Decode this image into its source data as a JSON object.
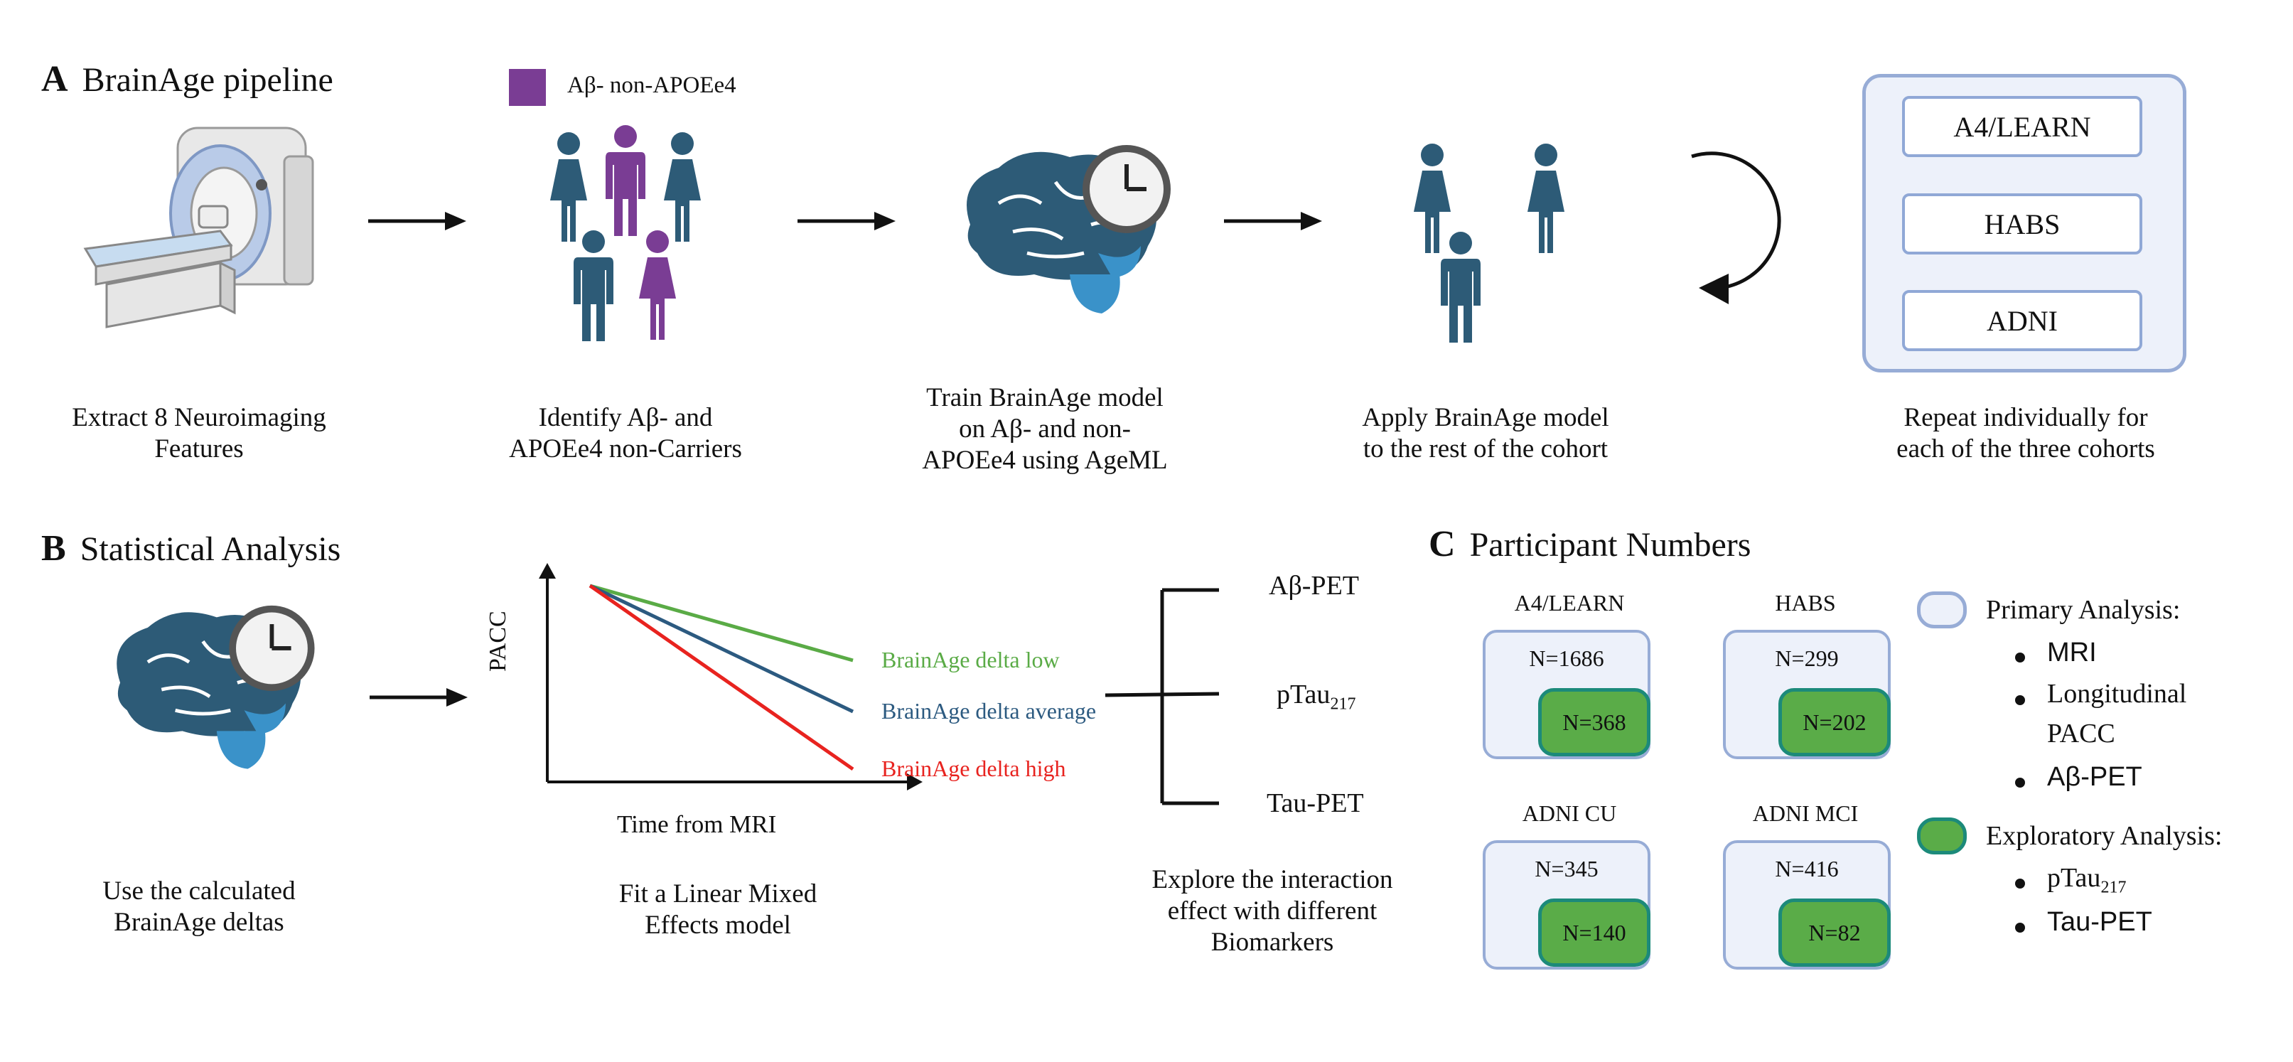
{
  "panel_a": {
    "letter": "A",
    "title": "BrainAge pipeline",
    "legend_label": "Aβ- non-APOEe4",
    "legend_color": "#7a3d94",
    "steps": [
      {
        "line1": "Extract 8 Neuroimaging",
        "line2": "Features"
      },
      {
        "line1": "Identify Aβ- and",
        "line2": "APOEe4 non-Carriers"
      },
      {
        "line1": "Train BrainAge model",
        "line2": "on Aβ- and non-",
        "line3": "APOEe4 using AgeML"
      },
      {
        "line1": "Apply BrainAge model",
        "line2": "to the rest of the cohort"
      },
      {
        "line1": "Repeat individually for",
        "line2": "each of the three cohorts"
      }
    ],
    "cohorts": [
      "A4/LEARN",
      "HABS",
      "ADNI"
    ]
  },
  "panel_b": {
    "letter": "B",
    "title": "Statistical Analysis",
    "step1": {
      "line1": "Use the calculated",
      "line2": "BrainAge deltas"
    },
    "chart_caption": {
      "line1": "Fit a Linear Mixed",
      "line2": "Effects model"
    },
    "biomarker_caption": {
      "line1": "Explore the interaction",
      "line2": "effect with different",
      "line3": "Biomarkers"
    },
    "biomarkers": {
      "ab_pet": "Aβ-PET",
      "ptau_base": "pTau",
      "ptau_sub": "217",
      "tau_pet": "Tau-PET"
    }
  },
  "chart_data": {
    "type": "line",
    "xlabel": "Time from MRI",
    "ylabel": "PACC",
    "x": [
      0,
      1
    ],
    "ylim": [
      0,
      1
    ],
    "series": [
      {
        "name": "BrainAge delta low",
        "values": [
          0.92,
          0.57
        ],
        "color": "#5aab46"
      },
      {
        "name": "BrainAge delta average",
        "values": [
          0.92,
          0.33
        ],
        "color": "#2c5a80"
      },
      {
        "name": "BrainAge delta high",
        "values": [
          0.92,
          0.06
        ],
        "color": "#e8231f"
      }
    ]
  },
  "panel_c": {
    "letter": "C",
    "title": "Participant Numbers",
    "groups": [
      {
        "name": "A4/LEARN",
        "total": "N=1686",
        "subset": "N=368"
      },
      {
        "name": "HABS",
        "total": "N=299",
        "subset": "N=202"
      },
      {
        "name": "ADNI CU",
        "total": "N=345",
        "subset": "N=140"
      },
      {
        "name": "ADNI MCI",
        "total": "N=416",
        "subset": "N=82"
      }
    ],
    "legend": {
      "primary_title": "Primary Analysis:",
      "primary_items": [
        "MRI",
        "Longitudinal",
        "PACC",
        "Aβ-PET"
      ],
      "exploratory_title": "Exploratory Analysis:",
      "exploratory_ptau_base": "pTau",
      "exploratory_ptau_sub": "217",
      "exploratory_tau": "Tau-PET",
      "primary_color": "#edf1fa",
      "exploratory_color": "#5aac48"
    }
  },
  "colors": {
    "person_teal": "#2d5b77",
    "person_purple": "#7a3d94",
    "brain_dark": "#2d5b77",
    "brain_light": "#3a92c9"
  }
}
